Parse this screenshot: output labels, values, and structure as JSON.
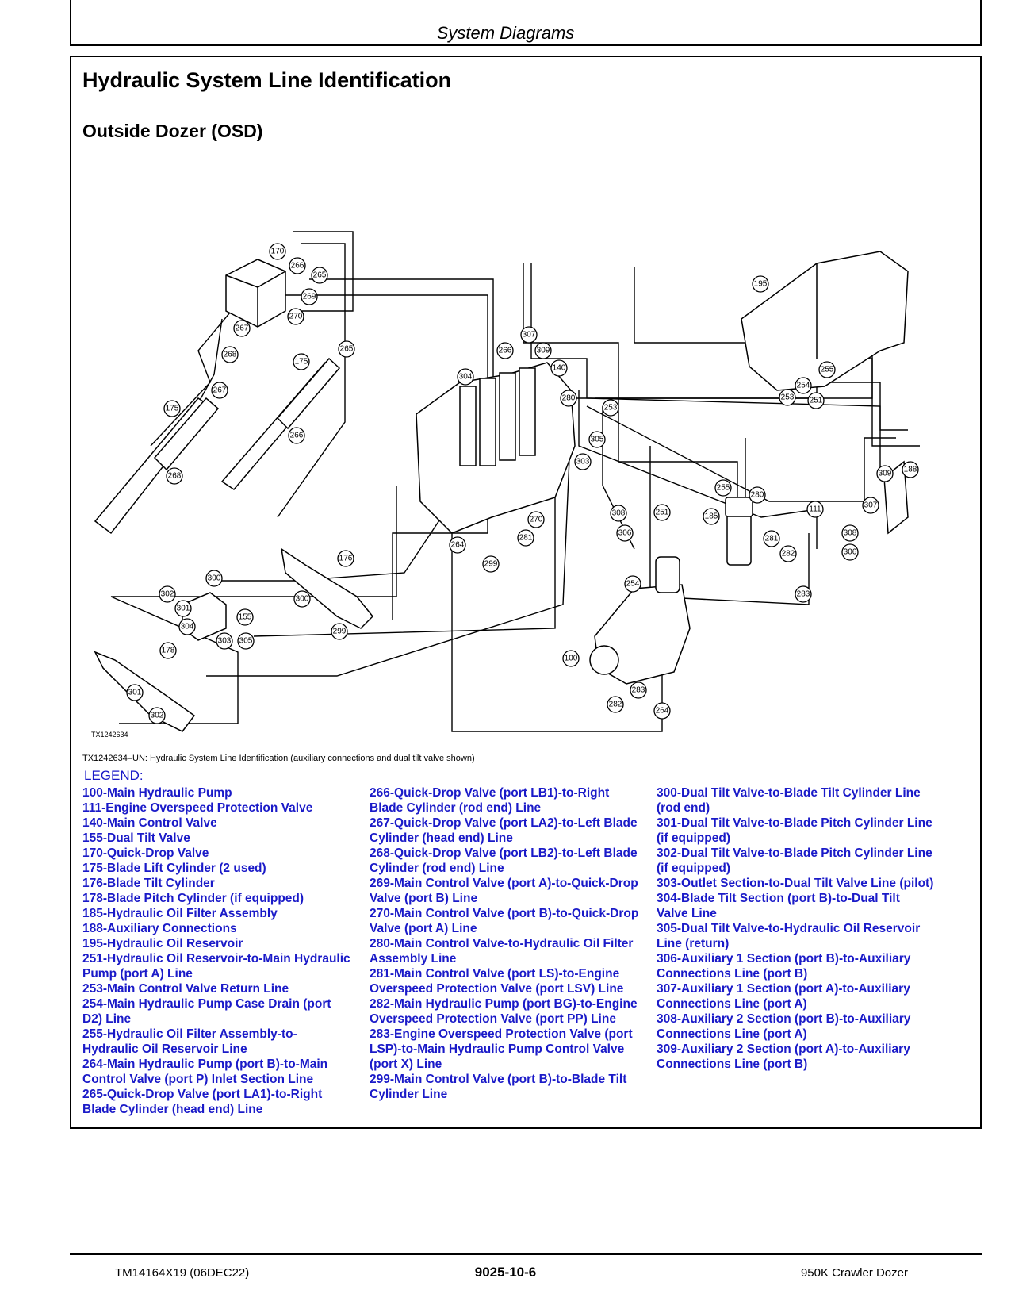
{
  "header": {
    "title": "System Diagrams"
  },
  "title": "Hydraulic System Line Identification",
  "subtitle": "Outside Dozer (OSD)",
  "figure": {
    "id_label": "TX1242634",
    "caption": "TX1242634–UN: Hydraulic System Line Identification (auxiliary connections and dual tilt valve shown)",
    "callouts": [
      "170",
      "266",
      "265",
      "269",
      "270",
      "267",
      "268",
      "265",
      "175",
      "267",
      "175",
      "266",
      "268",
      "304",
      "266",
      "307",
      "309",
      "140",
      "280",
      "253",
      "305",
      "303",
      "270",
      "281",
      "264",
      "299",
      "195",
      "255",
      "254",
      "253",
      "251",
      "309",
      "188",
      "255",
      "280",
      "185",
      "111",
      "307",
      "281",
      "282",
      "308",
      "306",
      "251",
      "308",
      "306",
      "254",
      "283",
      "100",
      "283",
      "282",
      "264",
      "300",
      "176",
      "300",
      "302",
      "301",
      "155",
      "304",
      "303",
      "305",
      "299",
      "178",
      "301",
      "302"
    ]
  },
  "legend": {
    "title": "LEGEND:",
    "col1": [
      "100-Main Hydraulic Pump",
      "111-Engine Overspeed Protection Valve",
      "140-Main Control Valve",
      "155-Dual Tilt Valve",
      "170-Quick-Drop Valve",
      "175-Blade Lift Cylinder (2 used)",
      "176-Blade Tilt Cylinder",
      "178-Blade Pitch Cylinder (if equipped)",
      "185-Hydraulic Oil Filter Assembly",
      "188-Auxiliary Connections",
      "195-Hydraulic Oil Reservoir",
      "251-Hydraulic Oil Reservoir-to-Main Hydraulic Pump (port A) Line",
      "253-Main Control Valve Return Line",
      "254-Main Hydraulic Pump Case Drain (port D2) Line",
      "255-Hydraulic Oil Filter Assembly-to-Hydraulic Oil Reservoir Line",
      "264-Main Hydraulic Pump (port B)-to-Main Control Valve (port P) Inlet Section Line",
      "265-Quick-Drop Valve (port LA1)-to-Right Blade Cylinder (head end) Line"
    ],
    "col2": [
      "266-Quick-Drop Valve (port LB1)-to-Right Blade Cylinder (rod end) Line",
      "267-Quick-Drop Valve (port LA2)-to-Left Blade Cylinder (head end) Line",
      "268-Quick-Drop Valve (port LB2)-to-Left Blade Cylinder (rod end) Line",
      "269-Main Control Valve (port A)-to-Quick-Drop Valve (port B) Line",
      "270-Main Control Valve (port B)-to-Quick-Drop Valve (port A) Line",
      "280-Main Control Valve-to-Hydraulic Oil Filter Assembly Line",
      "281-Main Control Valve (port LS)-to-Engine Overspeed Protection Valve (port LSV) Line",
      "282-Main Hydraulic Pump (port BG)-to-Engine Overspeed Protection Valve (port PP) Line",
      "283-Engine Overspeed Protection Valve (port LSP)-to-Main Hydraulic Pump Control Valve (port X) Line",
      "299-Main Control Valve (port B)-to-Blade Tilt Cylinder Line"
    ],
    "col3": [
      "300-Dual Tilt Valve-to-Blade Tilt Cylinder Line (rod end)",
      "301-Dual Tilt Valve-to-Blade Pitch Cylinder Line (if equipped)",
      "302-Dual Tilt Valve-to-Blade Pitch Cylinder Line (if equipped)",
      "303-Outlet Section-to-Dual Tilt Valve Line (pilot)",
      "304-Blade Tilt Section (port B)-to-Dual Tilt Valve Line",
      "305-Dual Tilt Valve-to-Hydraulic Oil Reservoir Line (return)",
      "306-Auxiliary 1 Section (port B)-to-Auxiliary Connections Line (port B)",
      "307-Auxiliary 1 Section (port A)-to-Auxiliary Connections Line (port A)",
      "308-Auxiliary 2 Section (port B)-to-Auxiliary Connections Line (port A)",
      "309-Auxiliary 2 Section (port A)-to-Auxiliary Connections Line (port B)"
    ]
  },
  "footer": {
    "left": "TM14164X19 (06DEC22)",
    "center": "9025-10-6",
    "right": "950K Crawler Dozer"
  }
}
